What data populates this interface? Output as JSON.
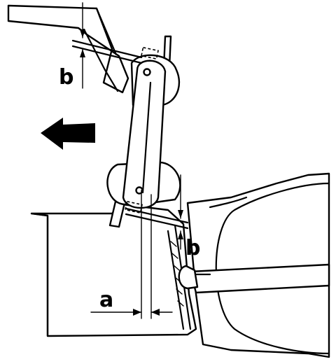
{
  "labels": {
    "dimension_a": "a",
    "dimension_b_upper": "b",
    "dimension_b_lower": "b"
  },
  "icons": {
    "direction_arrow": "arrow-left-icon"
  }
}
